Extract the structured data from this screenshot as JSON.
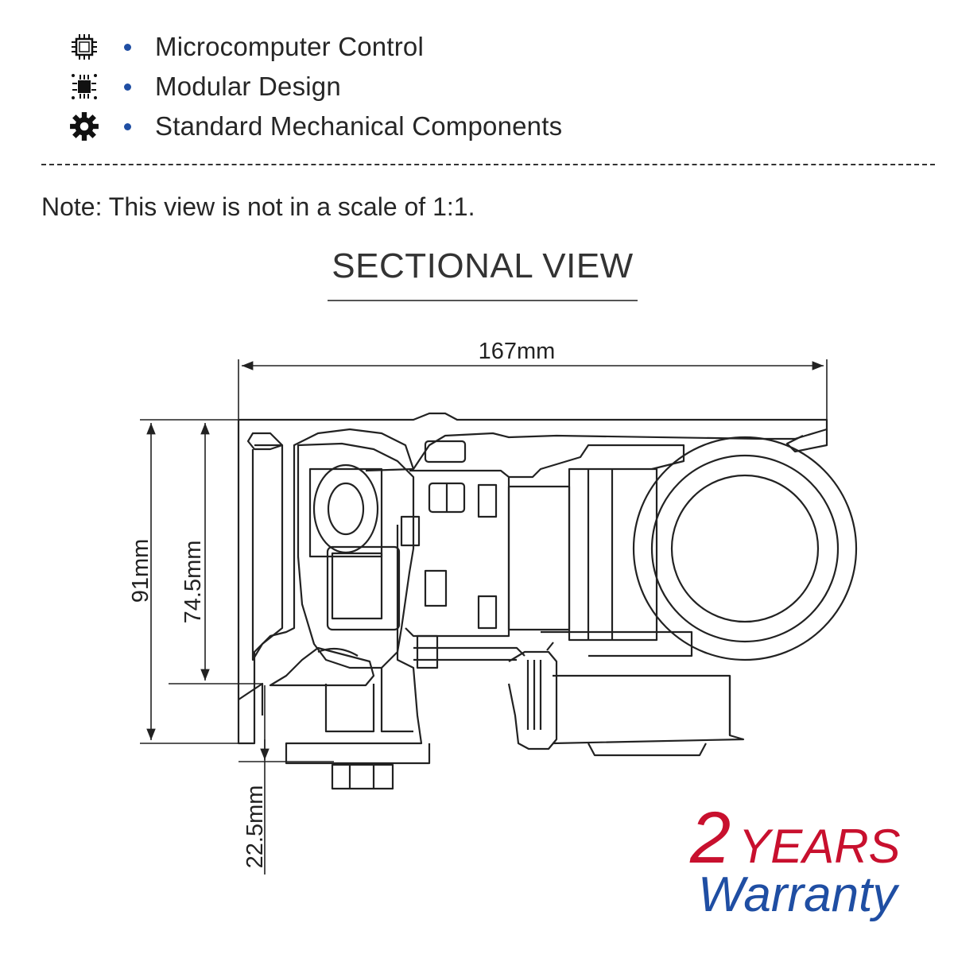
{
  "features": [
    {
      "icon": "microchip-icon",
      "label": "Microcomputer Control"
    },
    {
      "icon": "circuit-module-icon",
      "label": "Modular Design"
    },
    {
      "icon": "gear-icon",
      "label": "Standard Mechanical Components"
    }
  ],
  "note": "Note: This view is not in a scale of 1:1.",
  "section_title": "SECTIONAL VIEW",
  "dimensions": {
    "width": "167mm",
    "total_height": "91mm",
    "inner_height": "74.5mm",
    "bottom_offset": "22.5mm"
  },
  "warranty": {
    "number": "2",
    "unit": "YEARS",
    "label": "Warranty"
  },
  "colors": {
    "bullet": "#1f4ea3",
    "warranty_red": "#c8102e",
    "warranty_blue": "#1f4ea3",
    "line": "#222222"
  }
}
